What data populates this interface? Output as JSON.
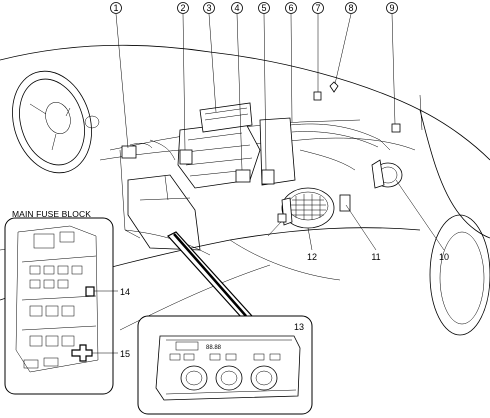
{
  "callouts": [
    {
      "id": "1",
      "label": "1"
    },
    {
      "id": "2",
      "label": "2"
    },
    {
      "id": "3",
      "label": "3"
    },
    {
      "id": "4",
      "label": "4"
    },
    {
      "id": "5",
      "label": "5"
    },
    {
      "id": "6",
      "label": "6"
    },
    {
      "id": "7",
      "label": "7"
    },
    {
      "id": "8",
      "label": "8"
    },
    {
      "id": "9",
      "label": "9"
    },
    {
      "id": "10",
      "label": "10"
    },
    {
      "id": "11",
      "label": "11"
    },
    {
      "id": "12",
      "label": "12"
    },
    {
      "id": "13",
      "label": "13"
    },
    {
      "id": "14",
      "label": "14"
    },
    {
      "id": "15",
      "label": "15"
    }
  ],
  "fuse_block": {
    "title": "MAIN FUSE BLOCK"
  },
  "climate_panel": {
    "display_text": "88.88"
  }
}
